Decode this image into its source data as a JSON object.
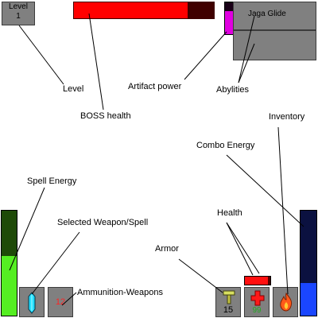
{
  "hud": {
    "level": {
      "title": "Level",
      "value": "1"
    },
    "boss_health": {
      "fraction": 0.81,
      "color": "#ff0000"
    },
    "artifact_power": {
      "fraction": 0.72,
      "color": "#e000e0"
    },
    "abilities": [
      {
        "name": "Jaga Glide"
      },
      {
        "name": ""
      }
    ],
    "spell_energy": {
      "fraction": 0.57,
      "color": "#55ee22"
    },
    "combo_energy": {
      "fraction": 0.31,
      "color": "#1a46ff"
    },
    "health": {
      "fraction": 0.9,
      "value": "99",
      "color": "#ff1010"
    },
    "armor": {
      "value": "15"
    },
    "ammunition": {
      "value": "12"
    },
    "selected_weapon_icon": "crystal-wand-icon",
    "armor_icon": "hammer-icon",
    "health_icon": "red-cross-icon",
    "inventory_icon": "flame-gem-icon"
  },
  "labels": {
    "level": "Level",
    "boss_health": "BOSS health",
    "artifact_power": "Artifact power",
    "abilities": "Abylities",
    "inventory": "Inventory",
    "combo_energy": "Combo Energy",
    "spell_energy": "Spell Energy",
    "selected_weapon": "Selected Weapon/Spell",
    "health": "Health",
    "armor": "Armor",
    "ammunition": "Ammunition-Weapons"
  }
}
